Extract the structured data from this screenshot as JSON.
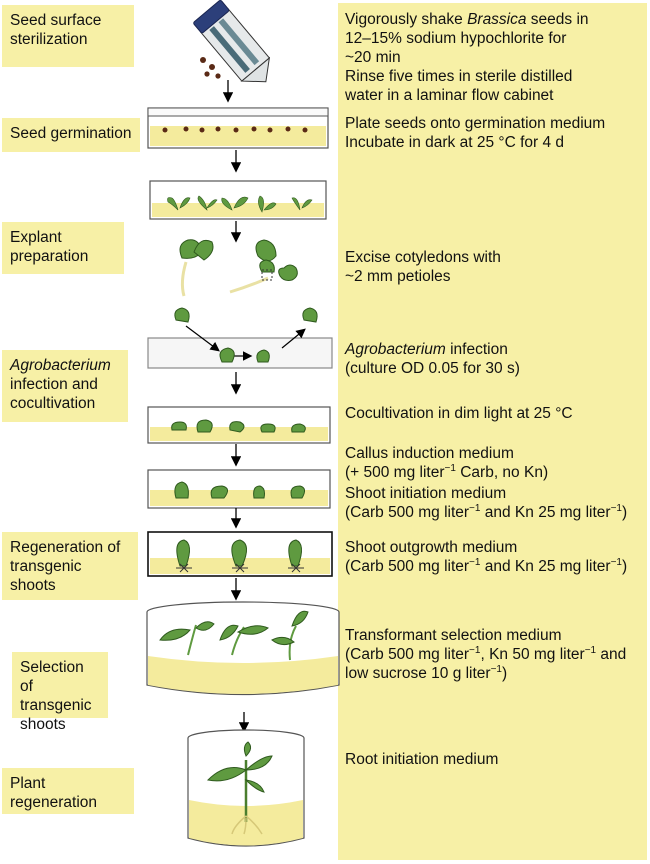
{
  "colors": {
    "label_bg": "#f7f0a6",
    "medium": "#f4eb9d",
    "plant": "#5f9a40",
    "seed": "#5a2a16"
  },
  "stages": {
    "seed_sterilization": "Seed surface sterilization",
    "seed_germination": "Seed germination",
    "explant_preparation": "Explant preparation",
    "agro_italic": "Agrobacterium",
    "agro_rest": "infection and cocultivation",
    "regeneration": "Regeneration of transgenic shoots",
    "selection": "Selection of transgenic shoots",
    "plant_regeneration": "Plant regeneration"
  },
  "steps": {
    "s1a": "Vigorously shake ",
    "s1b": "Brassica",
    "s1c": " seeds in",
    "s1d": "12–15% sodium hypochlorite for",
    "s1e": "~20 min",
    "s1f": "Rinse five times in sterile distilled",
    "s1g": "water in a laminar flow cabinet",
    "s2a": "Plate seeds onto germination medium",
    "s2b": "Incubate in dark at 25 °C for 4 d",
    "s3a": "Excise cotyledons with",
    "s3b": "~2 mm petioles",
    "s4a": "Agrobacterium",
    "s4b": " infection",
    "s4c": "(culture OD 0.05 for 30 s)",
    "s5": "Cocultivation in dim light at 25 °C",
    "s6a": "Callus induction medium",
    "s6b1": "(+ 500 mg liter",
    "s6b_sup": "−1",
    "s6b2": " Carb, no Kn)",
    "s7a": "Shoot initiation medium",
    "s7b1": "(Carb 500 mg liter",
    "s7b_sup1": "−1",
    "s7b2": " and Kn 25 mg liter",
    "s7b_sup2": "−1",
    "s7b3": ")",
    "s8a": "Shoot outgrowth medium",
    "s8b1": "(Carb 500 mg liter",
    "s8b_sup1": "−1",
    "s8b2": " and Kn 25 mg liter",
    "s8b_sup2": "−1",
    "s8b3": ")",
    "s9a": "Transformant selection medium",
    "s9b1": "(Carb 500 mg liter",
    "s9b_sup1": "−1",
    "s9b2": ", Kn 50 mg liter",
    "s9b_sup2": "−1",
    "s9b3": " and",
    "s9c1": "low sucrose 10 g liter",
    "s9c_sup": "−1",
    "s9c2": ")",
    "s10": "Root initiation medium"
  }
}
